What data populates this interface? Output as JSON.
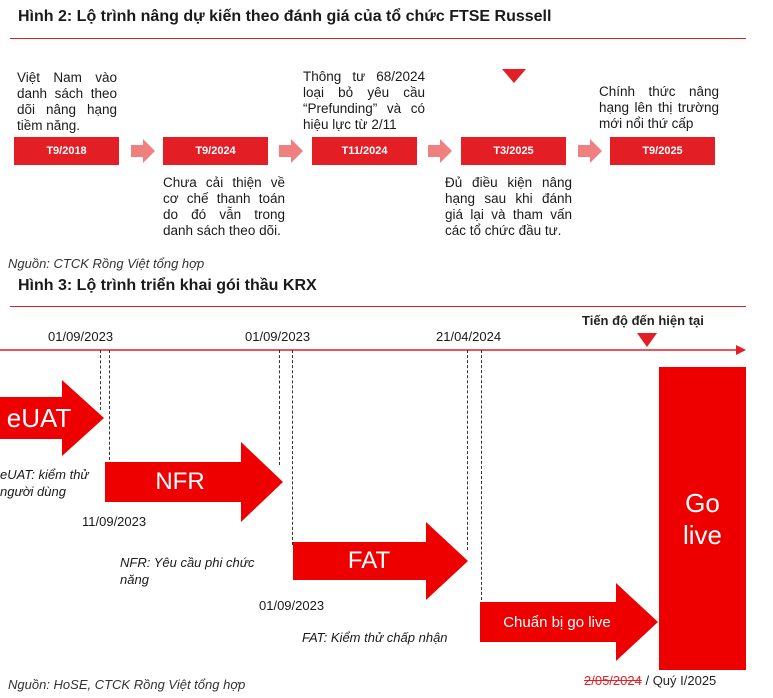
{
  "figure2": {
    "title": "Hình 2: Lộ trình nâng dự kiến theo đánh giá của tổ chức FTSE Russell",
    "milestones": [
      "T9/2018",
      "T9/2024",
      "T11/2024",
      "T3/2025",
      "T9/2025"
    ],
    "notes_above": {
      "t9_2018": "Việt Nam vào danh sách theo dõi nâng hạng tiềm năng.",
      "t11_2024": "Thông tư 68/2024 loại bỏ yêu cầu “Prefunding” và có hiệu lực từ 2/11",
      "t9_2025": "Chính thức nâng hạng lên thị trường mới nổi thứ cấp"
    },
    "notes_below": {
      "t9_2024": "Chưa cải thiện về cơ chế thanh toán do đó vẫn trong danh sách theo dõi.",
      "t3_2025": "Đủ điều kiện nâng hạng sau khi đánh giá lại và tham vấn các tổ chức đầu tư."
    },
    "source": "Nguồn: CTCK Rồng Việt tổng hợp"
  },
  "figure3": {
    "title": "Hình 3: Lộ trình triển khai gói thầu KRX",
    "progress_label": "Tiến độ đến hiện tại",
    "top_dates": [
      "01/09/2023",
      "01/09/2023",
      "21/04/2024"
    ],
    "phases": [
      {
        "label": "eUAT",
        "note_lines": [
          "eUAT: kiểm thử",
          "người dùng"
        ]
      },
      {
        "label": "NFR",
        "date": "11/09/2023",
        "note_lines": [
          "NFR: Yêu cầu phi chức",
          "năng"
        ]
      },
      {
        "label": "FAT",
        "date": "01/09/2023",
        "note_lines": [
          "FAT: Kiểm thử chấp nhận"
        ]
      },
      {
        "label": "Chuẩn bị go live"
      }
    ],
    "golive_line1": "Go",
    "golive_line2": "live",
    "final_date_struck": "2/05/2024",
    "final_date_sep": " / ",
    "final_date_new": "Quý I/2025",
    "source": "Nguồn: HoSE, CTCK Rồng Việt tổng hợp"
  },
  "colors": {
    "accent": "#e31e24",
    "chevron": "#f08080",
    "golive": "#ee0000"
  }
}
